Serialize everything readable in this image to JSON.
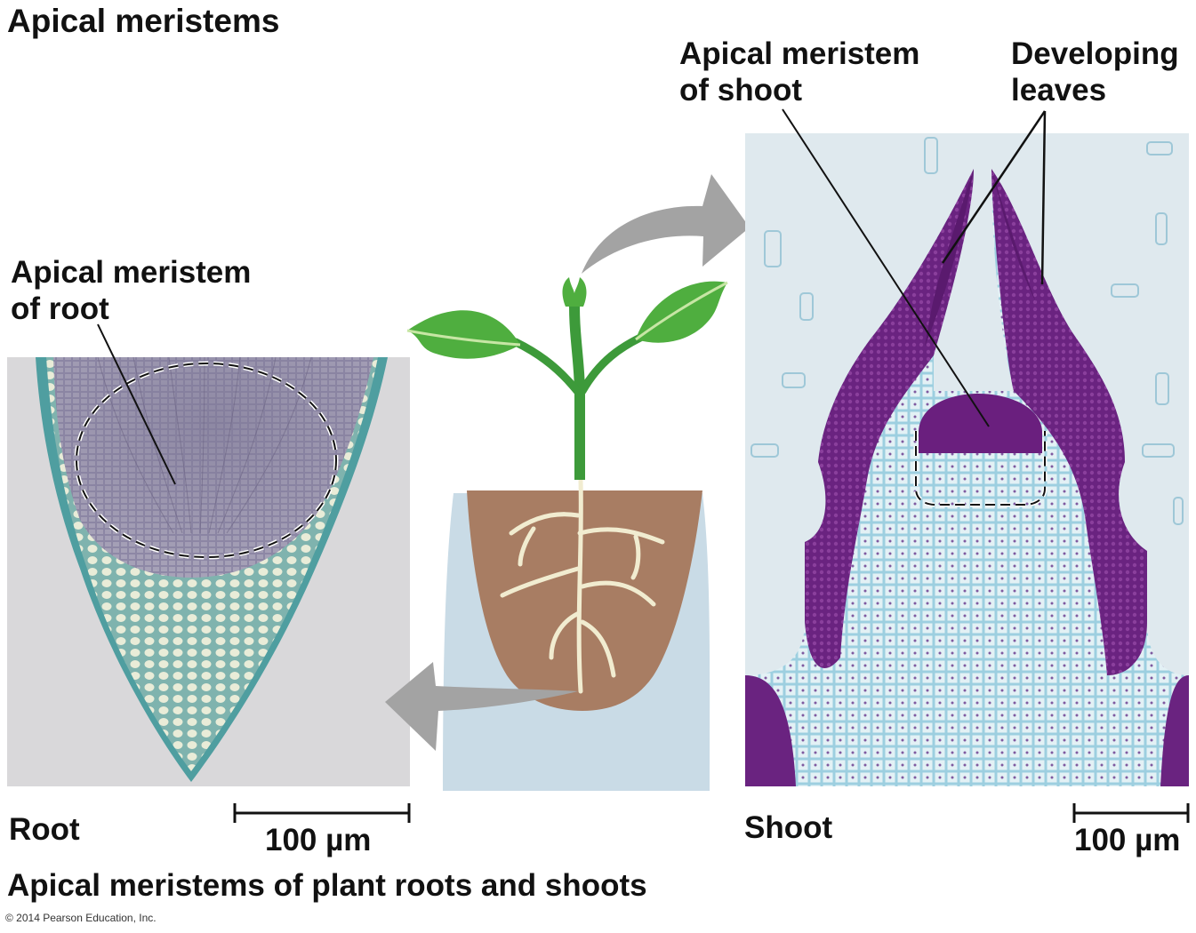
{
  "title": "Apical meristems",
  "caption": "Apical meristems of plant roots and shoots",
  "copyright": "© 2014 Pearson Education, Inc.",
  "root": {
    "label": "Root",
    "callout_line1": "Apical meristem",
    "callout_line2": "of root",
    "scale_bar": "100 µm"
  },
  "shoot": {
    "label": "Shoot",
    "callout_line1": "Apical meristem",
    "callout_line2": "of shoot",
    "leaves_line1": "Developing",
    "leaves_line2": "leaves",
    "scale_bar": "100 µm"
  },
  "colors": {
    "root_stain": "#7a6a92",
    "shoot_stain": "#6e2680",
    "slide_background": "#dfe9ee",
    "soil": "#a87d63",
    "pot": "#c9dbe6",
    "leaf": "#4fae3f",
    "arrow": "#a3a3a3"
  }
}
